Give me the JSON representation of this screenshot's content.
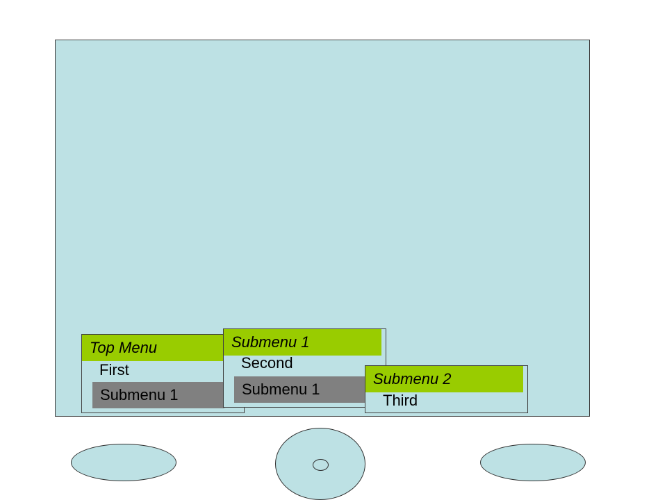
{
  "colors": {
    "screen_background": "#bde1e4",
    "menu_title_background": "#99cc00",
    "selected_item_background": "#808080",
    "border": "#404040"
  },
  "menus": {
    "top": {
      "title": "Top Menu",
      "item": "First",
      "selected_item": "Submenu 1"
    },
    "submenu1": {
      "title": "Submenu 1",
      "item": "Second",
      "selected_item": "Submenu 1"
    },
    "submenu2": {
      "title": "Submenu 2",
      "item": "Third"
    }
  },
  "controls": {
    "left_button_icon": "oval-button-icon",
    "center_dial_icon": "dial-icon",
    "right_button_icon": "oval-button-icon"
  }
}
